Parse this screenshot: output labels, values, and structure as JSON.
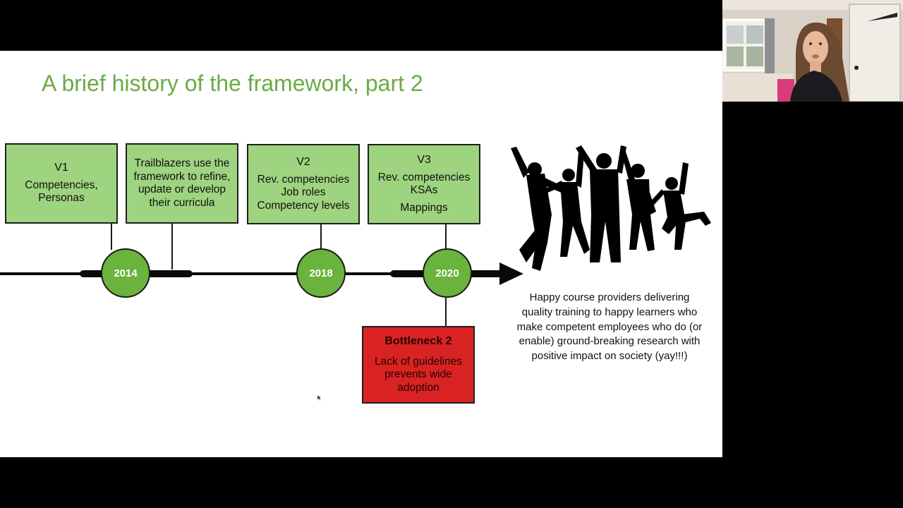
{
  "slide": {
    "title": "A brief history of the framework, part 2",
    "boxes": {
      "v1": {
        "heading": "V1",
        "lines": [
          "Competencies,",
          "Personas"
        ]
      },
      "trailblazers": {
        "lines": [
          "Trailblazers use the",
          "framework to refine,",
          "update or develop",
          "their curricula"
        ]
      },
      "v2": {
        "heading": "V2",
        "lines": [
          "Rev. competencies",
          "Job roles",
          "Competency levels"
        ]
      },
      "v3": {
        "heading": "V3",
        "lines": [
          "Rev. competencies",
          "KSAs"
        ],
        "extra": "Mappings"
      },
      "bottleneck": {
        "heading": "Bottleneck 2",
        "lines": [
          "Lack of guidelines",
          "prevents wide",
          "adoption"
        ]
      }
    },
    "years": [
      "2014",
      "2018",
      "2020"
    ],
    "outcome": {
      "lines": [
        "Happy course providers delivering",
        "quality training to happy learners who",
        "make competent employees who do (or",
        "enable) ground-breaking research with",
        "positive impact on society (yay!!!)"
      ]
    }
  },
  "colors": {
    "title_green": "#6aab45",
    "box_green": "#9ed37f",
    "circle_green": "#6ab33c",
    "bottleneck_red": "#d92323",
    "letterbox": "#000000",
    "slide_bg": "#ffffff"
  },
  "icons": {
    "people": "jumping-people-silhouette",
    "arrow": "arrowhead-icon",
    "cursor": "mouse-cursor-icon"
  },
  "webcam": {
    "subject": "presenter-video-feed"
  }
}
